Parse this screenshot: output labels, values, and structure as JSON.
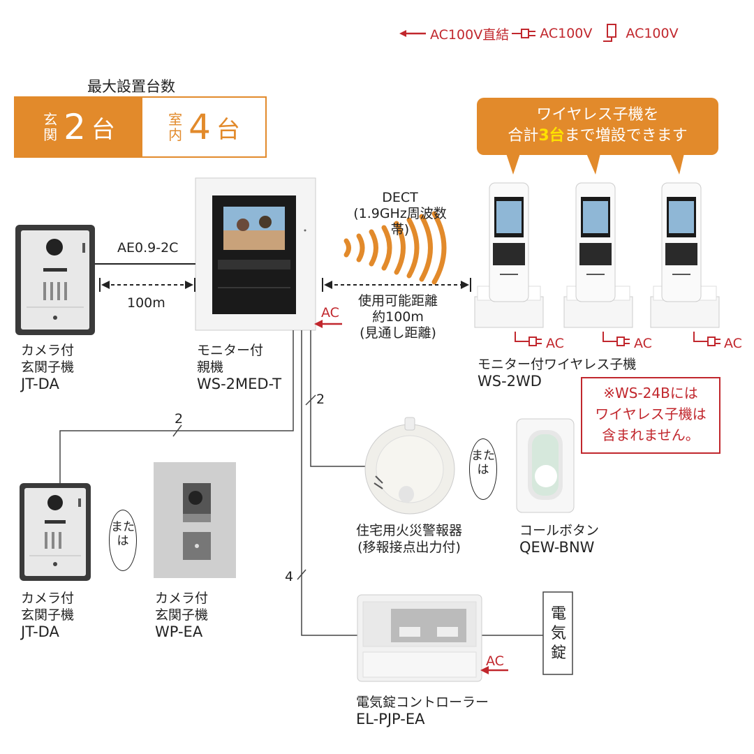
{
  "legend": {
    "direct": "AC100V直結",
    "plug": "AC100V",
    "outlet": "AC100V"
  },
  "install": {
    "title": "最大設置台数",
    "entrance_label_1": "玄",
    "entrance_label_2": "関",
    "entrance_count": "2",
    "entrance_unit": "台",
    "indoor_label_1": "室",
    "indoor_label_2": "内",
    "indoor_count": "4",
    "indoor_unit": "台"
  },
  "callout": {
    "line1": "ワイヤレス子機を",
    "line2_pre": "合計",
    "line2_hl": "3台",
    "line2_post": "まで増設できます"
  },
  "wiring": {
    "cable": "AE0.9-2C",
    "distance": "100m",
    "dect_title": "DECT",
    "dect_band": "(1.9GHz周波数帯)",
    "range1": "使用可能距離",
    "range2": "約100m",
    "range3": "(見通し距離)",
    "wire2a": "2",
    "wire2b": "2",
    "wire4": "4",
    "ac": "AC"
  },
  "devices": {
    "door1": {
      "l1": "カメラ付",
      "l2": "玄関子機",
      "model": "JT-DA"
    },
    "master": {
      "l1": "モニター付",
      "l2": "親機",
      "model": "WS-2MED-T"
    },
    "wireless": {
      "l1": "モニター付ワイヤレス子機",
      "model": "WS-2WD"
    },
    "door2": {
      "l1": "カメラ付",
      "l2": "玄関子機",
      "model": "JT-DA"
    },
    "door3": {
      "l1": "カメラ付",
      "l2": "玄関子機",
      "model": "WP-EA"
    },
    "fire": {
      "l1": "住宅用火災警報器",
      "l2": "(移報接点出力付)"
    },
    "call": {
      "l1": "コールボタン",
      "model": "QEW-BNW"
    },
    "lock_ctrl": {
      "l1": "電気錠コントローラー",
      "model": "EL-PJP-EA"
    },
    "lock": {
      "c1": "電",
      "c2": "気",
      "c3": "錠"
    }
  },
  "or_text": {
    "a": "また",
    "b": "は"
  },
  "note": {
    "line1": "※WS-24Bには",
    "line2": "ワイヤレス子機は",
    "line3": "含まれません。"
  },
  "colors": {
    "accent": "#e28a2b",
    "red": "#c1272d",
    "highlight": "#ffe100"
  }
}
